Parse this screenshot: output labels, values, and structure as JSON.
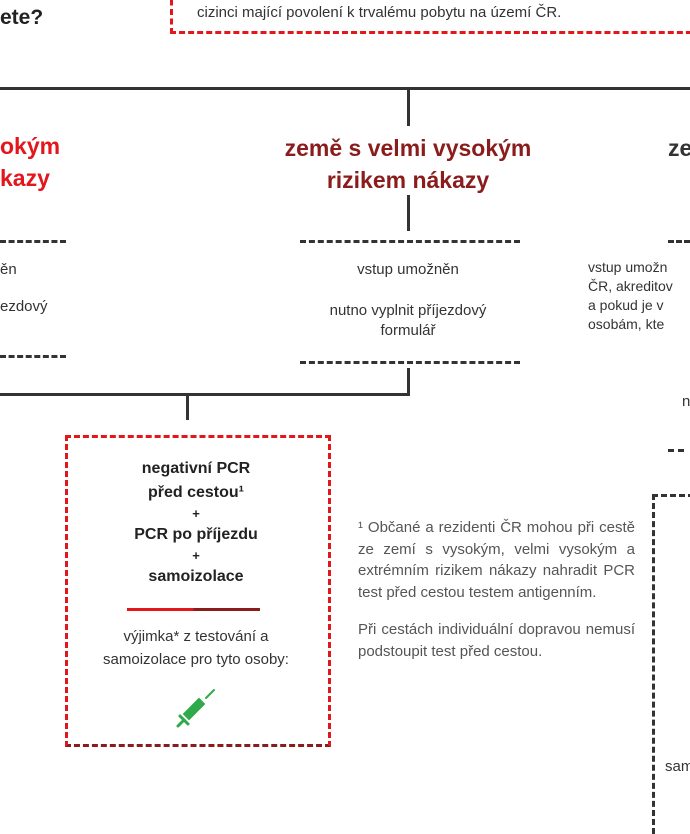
{
  "question_fragment": "ete?",
  "top_box_text": "cizinci mající povolení k trvalému pobytu na území ČR.",
  "left_column": {
    "heading": [
      "oký m",
      "kazy"
    ],
    "lines": [
      "ěn",
      "ezdový"
    ]
  },
  "center_column": {
    "heading": [
      "země s velmi vysokým",
      "rizikem nákazy"
    ],
    "lines": [
      "vstup umožněn",
      "nutno vyplnit příjezdový",
      "formulář"
    ]
  },
  "right_column": {
    "heading": "ze",
    "lines": [
      "vstup umožn",
      "ČR, akreditov",
      "a pokud je v",
      "osobám, kte"
    ],
    "fragment_1": "n",
    "fragment_2": "sam"
  },
  "requirements_box": {
    "lines": [
      "negativní PCR",
      "před cestou¹",
      "+",
      "PCR po příjezdu",
      "+",
      "samoizolace"
    ],
    "exception": [
      "výjimka* z testování a",
      "samoizolace pro tyto osoby:"
    ],
    "icon": "syringe-icon",
    "icon_color": "#2eaa4a"
  },
  "footnote": {
    "p1": "¹ Občané a rezidenti ČR mohou při cestě ze zemí s vysokým, velmi vysokým a extrémním rizikem nákazy nahradit PCR test před cestou testem antigenním.",
    "p2": "Při cestách individuální dopravou nemusí podstoupit test před cestou."
  },
  "colors": {
    "red": "#e3161b",
    "dark_red": "#8b1c1c",
    "line": "#333333"
  }
}
